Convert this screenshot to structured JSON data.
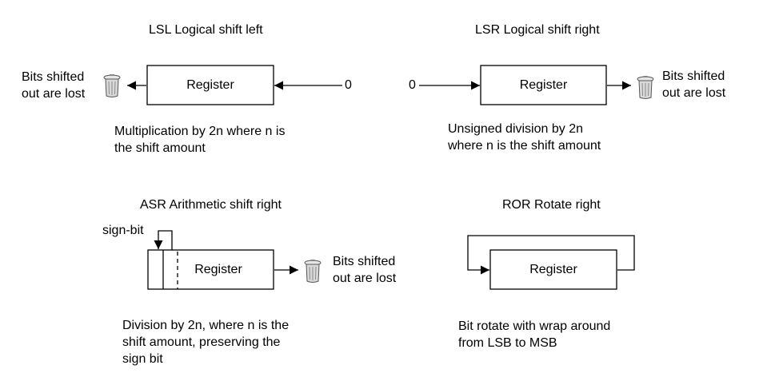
{
  "lsl": {
    "title": "LSL Logical shift left",
    "register": "Register",
    "input": "0",
    "lost_line1": "Bits shifted",
    "lost_line2": "out are lost",
    "desc_line1": "Multiplication by 2n where n is",
    "desc_line2": "the shift amount"
  },
  "lsr": {
    "title": "LSR Logical shift right",
    "register": "Register",
    "input": "0",
    "lost_line1": "Bits shifted",
    "lost_line2": "out are lost",
    "desc_line1": "Unsigned division by 2n",
    "desc_line2": "where n is the shift amount"
  },
  "asr": {
    "title": "ASR Arithmetic shift right",
    "register": "Register",
    "sign_bit": "sign-bit",
    "lost_line1": "Bits shifted",
    "lost_line2": "out are lost",
    "desc_line1": "Division by 2n, where n is the",
    "desc_line2": "shift amount, preserving the",
    "desc_line3": "sign bit"
  },
  "ror": {
    "title": "ROR Rotate right",
    "register": "Register",
    "desc_line1": "Bit rotate with wrap around",
    "desc_line2": "from LSB to MSB"
  },
  "colors": {
    "line": "#000000",
    "trash_fill": "#d9d9d9",
    "trash_stroke": "#555555"
  },
  "icons": {
    "trash": "trash-bin-icon"
  }
}
